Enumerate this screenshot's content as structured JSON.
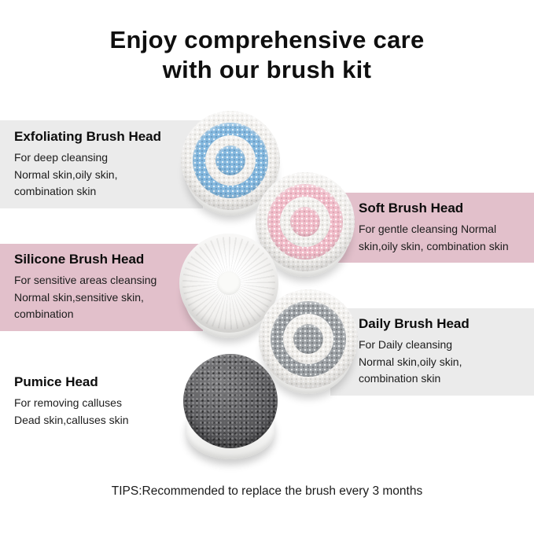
{
  "page": {
    "title_line1": "Enjoy comprehensive care",
    "title_line2": "with our brush kit",
    "tips": "TIPS:Recommended to replace the brush every 3 months"
  },
  "colors": {
    "band_gray": "#ebebeb",
    "band_pink": "#e2c0cb",
    "brush_blue": "#84b8de",
    "brush_pink": "#f1bdc9",
    "brush_gray": "#9da2a6",
    "pumice_dark": "#57575a"
  },
  "icons": [
    {
      "name": "exfoliating-brush-image",
      "meaning": "round brush head with blue and white bristles"
    },
    {
      "name": "soft-brush-image",
      "meaning": "round brush head with pink and white bristles"
    },
    {
      "name": "silicone-brush-image",
      "meaning": "white silicone brush head with radial ridges"
    },
    {
      "name": "daily-brush-image",
      "meaning": "round brush head with gray and white bristles"
    },
    {
      "name": "pumice-head-image",
      "meaning": "dark speckled pumice stone head on white base"
    }
  ],
  "sections": [
    {
      "id": "exfoliating",
      "heading": "Exfoliating Brush Head",
      "lines": [
        "For deep cleansing",
        "Normal skin,oily skin,",
        "combination skin"
      ]
    },
    {
      "id": "soft",
      "heading": "Soft Brush Head",
      "lines": [
        "For gentle cleansing Normal",
        "skin,oily skin, combination skin"
      ]
    },
    {
      "id": "silicone",
      "heading": "Silicone Brush Head",
      "lines": [
        "For sensitive areas cleansing",
        "Normal skin,sensitive skin,",
        "combination"
      ]
    },
    {
      "id": "daily",
      "heading": "Daily Brush Head",
      "lines": [
        "For Daily cleansing",
        "Normal skin,oily skin,",
        "combination skin"
      ]
    },
    {
      "id": "pumice",
      "heading": "Pumice Head",
      "lines": [
        "For removing calluses",
        "Dead skin,calluses skin"
      ]
    }
  ]
}
